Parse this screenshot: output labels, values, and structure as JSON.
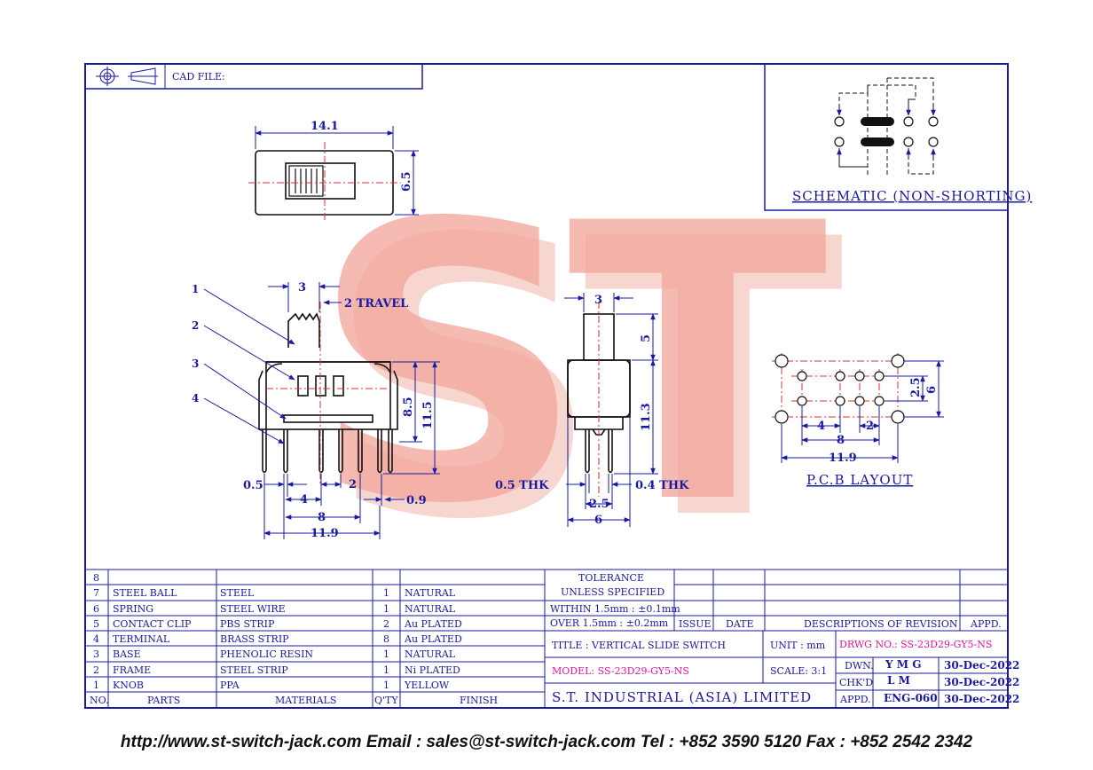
{
  "cad_file_label": "CAD FILE:",
  "watermark": "ST",
  "top_view": {
    "width": "14.1",
    "height": "6.5"
  },
  "front_view": {
    "callouts": [
      "1",
      "2",
      "3",
      "4"
    ],
    "knob_width": "3",
    "travel": "2 TRAVEL",
    "height_85": "8.5",
    "height_115": "11.5",
    "pin_width": "0.5",
    "pitch_4": "4",
    "pitch_2": "2",
    "thk_09": "0.9",
    "span_8": "8",
    "span_119": "11.9"
  },
  "side_view": {
    "knob_width": "3",
    "knob_height": "5",
    "body_height": "11.3",
    "thk_05": "0.5 THK",
    "thk_04": "0.4 THK",
    "pitch_25": "2.5",
    "width_6": "6"
  },
  "pcb": {
    "title": "P.C.B LAYOUT",
    "dim_25": "2.5",
    "dim_6": "6",
    "dim_4": "4",
    "dim_2": "2",
    "dim_8": "8",
    "dim_119": "11.9"
  },
  "schematic_title": "SCHEMATIC (NON-SHORTING)",
  "bom": {
    "rows": [
      {
        "no": "8",
        "part": "",
        "material": "",
        "qty": "",
        "finish": ""
      },
      {
        "no": "7",
        "part": "STEEL BALL",
        "material": "STEEL",
        "qty": "1",
        "finish": "NATURAL"
      },
      {
        "no": "6",
        "part": "SPRING",
        "material": "STEEL WIRE",
        "qty": "1",
        "finish": "NATURAL"
      },
      {
        "no": "5",
        "part": "CONTACT CLIP",
        "material": "PBS STRIP",
        "qty": "2",
        "finish": "Au PLATED"
      },
      {
        "no": "4",
        "part": "TERMINAL",
        "material": "BRASS STRIP",
        "qty": "8",
        "finish": "Au PLATED"
      },
      {
        "no": "3",
        "part": "BASE",
        "material": "PHENOLIC RESIN",
        "qty": "1",
        "finish": "NATURAL"
      },
      {
        "no": "2",
        "part": "FRAME",
        "material": "STEEL STRIP",
        "qty": "1",
        "finish": "Ni PLATED"
      },
      {
        "no": "1",
        "part": "KNOB",
        "material": "PPA",
        "qty": "1",
        "finish": "YELLOW"
      }
    ],
    "headers": {
      "no": "NO.",
      "part": "PARTS",
      "material": "MATERIALS",
      "qty": "Q'TY",
      "finish": "FINISH"
    }
  },
  "tolerance": {
    "line1": "TOLERANCE",
    "line2": "UNLESS   SPECIFIED",
    "within": "WITHIN  1.5mm : ±0.1mm",
    "over": "OVER    1.5mm : ±0.2mm"
  },
  "revision_headers": {
    "issue": "ISSUE",
    "date": "DATE",
    "desc": "DESCRIPTIONS  OF  REVISION",
    "appd": "APPD."
  },
  "title_block": {
    "title": "TITLE : VERTICAL SLIDE SWITCH",
    "unit": "UNIT :  mm",
    "drwg_no": "DRWG NO.: SS-23D29-GY5-NS",
    "model": "MODEL: SS-23D29-GY5-NS",
    "scale": "SCALE:  3:1",
    "company": "S.T.  INDUSTRIAL  (ASIA)  LIMITED",
    "dwn_label": "DWN.",
    "dwn_value": "Y M G",
    "dwn_date": "30-Dec-2022",
    "chkd_label": "CHK'D",
    "chkd_value": "L M",
    "chkd_date": "30-Dec-2022",
    "appd_label": "APPD.",
    "appd_value": "ENG-060",
    "appd_date": "30-Dec-2022"
  },
  "footer": "http://www.st-switch-jack.com  Email : sales@st-switch-jack.com  Tel : +852 3590 5120  Fax : +852 2542 2342",
  "colors": {
    "frame": "#1a1aa0",
    "centerline": "#e23030",
    "watermark": "#f2a59a",
    "highlight": "#e0179a"
  }
}
